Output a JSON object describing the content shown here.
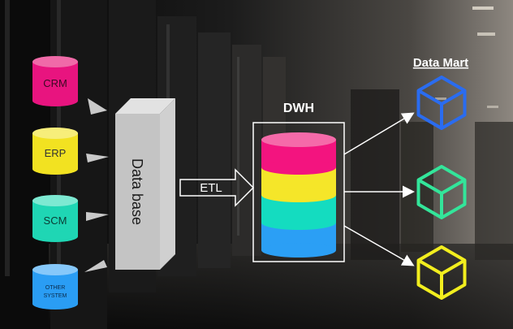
{
  "sources": [
    {
      "label": "CRM",
      "color": "#e8147f",
      "top_color": "#f06aa8"
    },
    {
      "label": "ERP",
      "color": "#f2e221",
      "top_color": "#f7ee7a"
    },
    {
      "label": "SCM",
      "color": "#1fd6b4",
      "top_color": "#7de9d2"
    },
    {
      "label_line1": "OTHER",
      "label_line2": "SYSTEM",
      "color": "#2a9df4",
      "top_color": "#86c8fa"
    }
  ],
  "database": {
    "label": "Data base"
  },
  "etl": {
    "label": "ETL"
  },
  "dwh": {
    "title": "DWH",
    "layers": [
      "#f3147f",
      "#f5e629",
      "#14dcc0",
      "#2b9ff5"
    ]
  },
  "data_mart": {
    "title": "Data Mart",
    "cubes": [
      "#2a6cf0",
      "#33e59a",
      "#f2ee1e"
    ]
  },
  "colors": {
    "arrow": "#ffffff",
    "wedge": "#c9c9c9",
    "db_front": "#c4c4c4",
    "db_side": "#d9d9d9"
  }
}
